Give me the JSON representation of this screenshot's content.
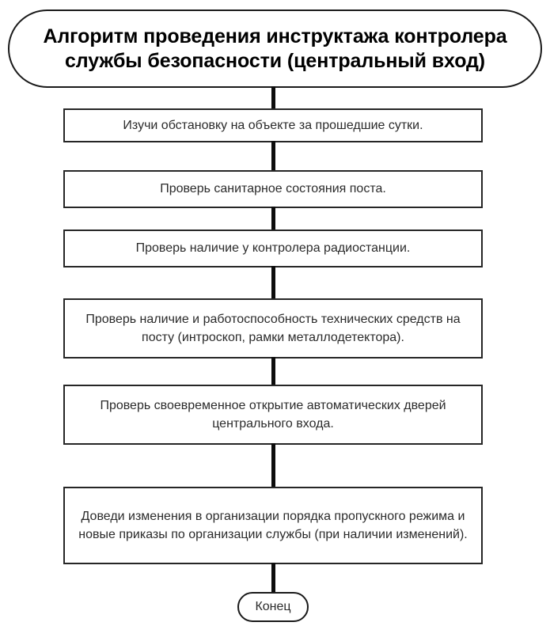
{
  "diagram": {
    "title_node": {
      "id": "start",
      "shape": "stadium",
      "text": "Алгоритм проведения инструктажа контролера службы безопасности (центральный вход)"
    },
    "steps": [
      {
        "index": 1,
        "shape": "rectangle",
        "text": "Изучи обстановку на объекте за прошедшие сутки."
      },
      {
        "index": 2,
        "shape": "rectangle",
        "text": "Проверь санитарное состояния поста."
      },
      {
        "index": 3,
        "shape": "rectangle",
        "text": "Проверь наличие у контролера радиостанции."
      },
      {
        "index": 4,
        "shape": "rectangle",
        "text": "Проверь наличие и работоспособность технических средств на посту (интроскоп, рамки металлодетектора)."
      },
      {
        "index": 5,
        "shape": "rectangle",
        "text": "Проверь своевременное открытие автоматических дверей центрального входа."
      },
      {
        "index": 6,
        "shape": "rectangle",
        "text": "Доведи изменения в организации порядка пропускного режима и новые приказы по организации службы (при наличии изменений)."
      }
    ],
    "end_node": {
      "id": "end",
      "shape": "stadium",
      "text": "Конец"
    },
    "colors": {
      "background": "#ffffff",
      "node_fill": "#ffffff",
      "node_border": "#262626",
      "title_text": "#000000",
      "body_text": "#2b2b2b",
      "connector": "#0d0d0d"
    }
  }
}
